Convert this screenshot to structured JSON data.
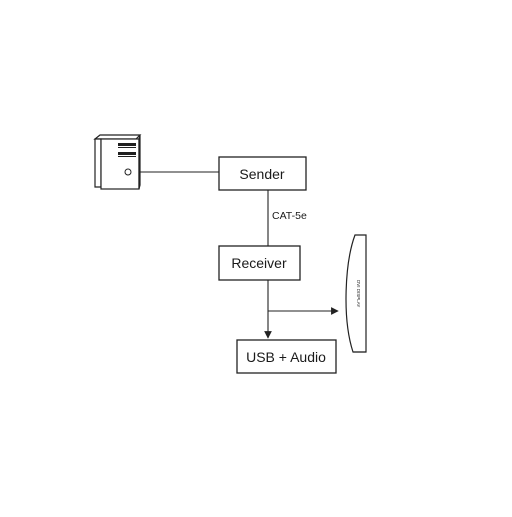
{
  "diagram": {
    "nodes": {
      "sender": {
        "label": "Sender"
      },
      "receiver": {
        "label": "Receiver"
      },
      "usb_audio": {
        "label": "USB + Audio"
      },
      "display": {
        "label": "DVI DISPLAY"
      }
    },
    "edges": {
      "cable": {
        "label": "CAT-5e"
      }
    },
    "icons": {
      "computer": "computer-tower-icon",
      "display": "monitor-icon"
    }
  }
}
